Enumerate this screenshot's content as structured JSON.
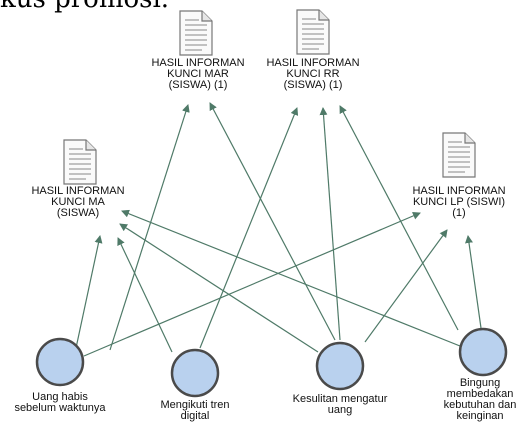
{
  "header": {
    "partial_text": "kus promosi."
  },
  "documents": [
    {
      "id": "doc-mar",
      "lines": [
        "HASIL INFORMAN",
        "KUNCI MAR",
        "(SISWA) (1)"
      ]
    },
    {
      "id": "doc-rr",
      "lines": [
        "HASIL INFORMAN",
        "KUNCI RR",
        "(SISWA) (1)"
      ]
    },
    {
      "id": "doc-ma",
      "lines": [
        "HASIL INFORMAN",
        "KUNCI MA",
        "(SISWA)"
      ]
    },
    {
      "id": "doc-lp",
      "lines": [
        "HASIL INFORMAN",
        "KUNCI LP (SISWI)",
        "(1)"
      ]
    }
  ],
  "codes": [
    {
      "id": "code-uang",
      "lines": [
        "Uang habis",
        "sebelum waktunya"
      ]
    },
    {
      "id": "code-tren",
      "lines": [
        "Mengikuti tren",
        "digital"
      ]
    },
    {
      "id": "code-sulit",
      "lines": [
        "Kesulitan mengatur",
        "uang"
      ]
    },
    {
      "id": "code-bingung",
      "lines": [
        "Bingung",
        "membedakan",
        "kebutuhan dan",
        "keinginan"
      ]
    }
  ],
  "colors": {
    "node_fill": "#b9d1ee",
    "node_stroke": "#4a4a4a",
    "edge": "#4f7a68",
    "doc_icon": "#777777"
  }
}
